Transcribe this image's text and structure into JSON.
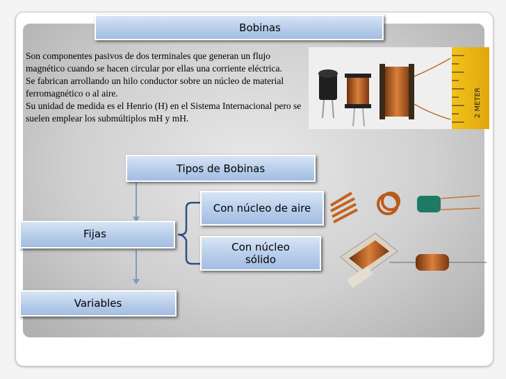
{
  "slide": {
    "title": "Bobinas",
    "paragraphs": [
      "Son componentes pasivos de dos terminales que generan un flujo magnético cuando se hacen circular por ellas una corriente eléctrica.",
      "Se fabrican arrollando un hilo conductor sobre un núcleo de material ferromagnético o al aire.",
      "Su unidad de medida es el Henrio (H) en el Sistema Internacional pero se suelen emplear los submúltiplos mH y mH."
    ],
    "tipos_title": "Tipos de Bobinas",
    "nucleo_aire": "Con núcleo de aire",
    "nucleo_solido": "Con núcleo sólido",
    "fijas": "Fijas",
    "variables": "Variables",
    "ruler_text": "2 METER"
  }
}
